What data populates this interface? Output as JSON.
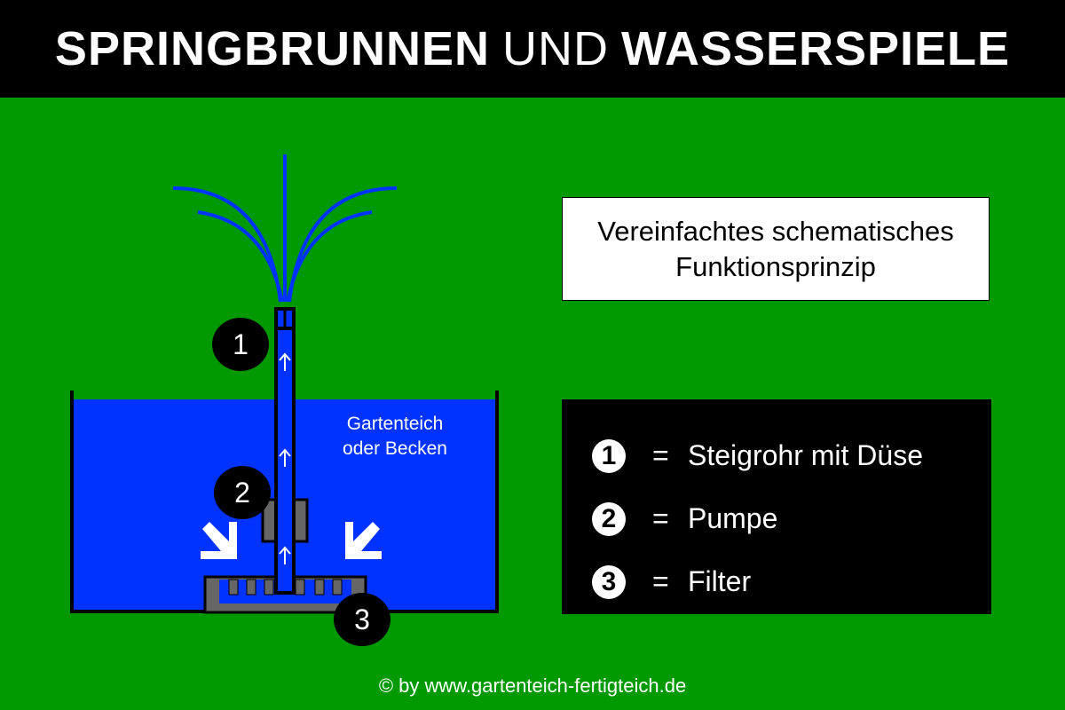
{
  "header": {
    "title_bold_1": "SPRINGBRUNNEN",
    "title_thin": "UND",
    "title_bold_2": "WASSERSPIELE"
  },
  "info_box": {
    "line1": "Vereinfachtes schematisches",
    "line2": "Funktionsprinzip"
  },
  "diagram": {
    "pond_label_line1": "Gartenteich",
    "pond_label_line2": "oder Becken",
    "badges": [
      "1",
      "2",
      "3"
    ],
    "colors": {
      "background": "#009900",
      "water": "#0033ff",
      "device": "#666666",
      "outline": "#000000"
    }
  },
  "legend": {
    "items": [
      {
        "num": "1",
        "eq": "=",
        "label": "Steigrohr mit Düse"
      },
      {
        "num": "2",
        "eq": "=",
        "label": "Pumpe"
      },
      {
        "num": "3",
        "eq": "=",
        "label": "Filter"
      }
    ]
  },
  "footer": {
    "credit": "© by www.gartenteich-fertigteich.de"
  }
}
